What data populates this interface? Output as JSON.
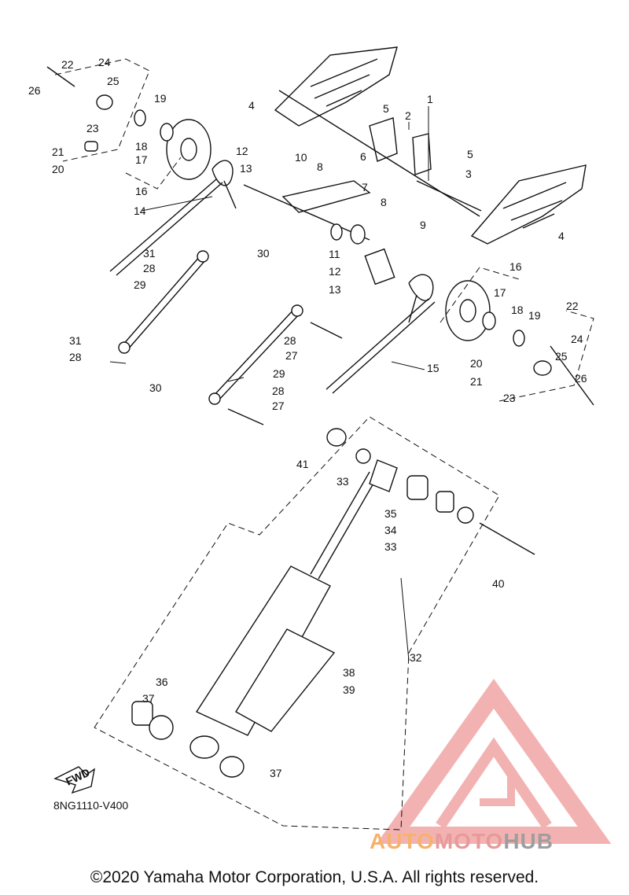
{
  "diagram_code": "8NG1110-V400",
  "copyright": "©2020 Yamaha Motor Corporation, U.S.A. All rights reserved.",
  "watermark": {
    "part1": "AUTO",
    "part2": "MOTO",
    "part3": "HUB"
  },
  "fwd_label": "FWD",
  "callouts": {
    "c1": "1",
    "c2": "2",
    "c3": "3",
    "c4a": "4",
    "c4b": "4",
    "c5a": "5",
    "c5b": "5",
    "c6": "6",
    "c7": "7",
    "c8a": "8",
    "c8b": "8",
    "c9": "9",
    "c10": "10",
    "c11": "11",
    "c12a": "12",
    "c12b": "12",
    "c13a": "13",
    "c13b": "13",
    "c14": "14",
    "c15": "15",
    "c16a": "16",
    "c16b": "16",
    "c17a": "17",
    "c17b": "17",
    "c18a": "18",
    "c18b": "18",
    "c19a": "19",
    "c19b": "19",
    "c20a": "20",
    "c20b": "20",
    "c21a": "21",
    "c21b": "21",
    "c22a": "22",
    "c22b": "22",
    "c23a": "23",
    "c23b": "23",
    "c24a": "24",
    "c24b": "24",
    "c25a": "25",
    "c25b": "25",
    "c26a": "26",
    "c26b": "26",
    "c27a": "27",
    "c27b": "27",
    "c28a": "28",
    "c28b": "28",
    "c28c": "28",
    "c28d": "28",
    "c29a": "29",
    "c29b": "29",
    "c30a": "30",
    "c30b": "30",
    "c31a": "31",
    "c31b": "31",
    "c32": "32",
    "c33a": "33",
    "c33b": "33",
    "c34": "34",
    "c35": "35",
    "c36": "36",
    "c37a": "37",
    "c37b": "37",
    "c38": "38",
    "c39": "39",
    "c40": "40",
    "c41": "41"
  },
  "colors": {
    "line": "#111111",
    "wm_orange": "#f6b26b",
    "wm_pink": "#e89a9a",
    "wm_gray": "#9e9e9e"
  }
}
